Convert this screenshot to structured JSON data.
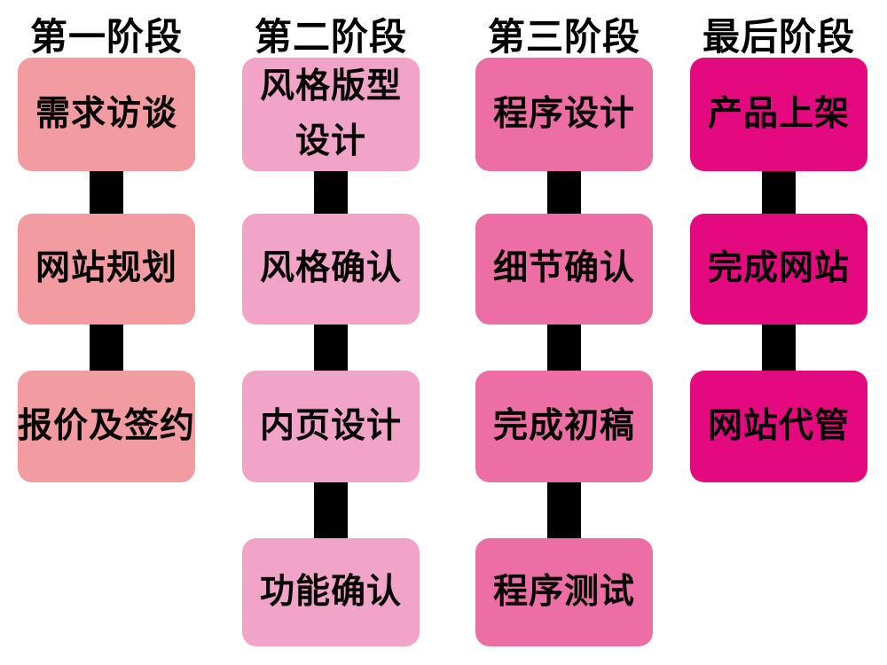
{
  "connector_color": "#000000",
  "columns": [
    {
      "title": "第一阶段",
      "color": "#F29CA1",
      "boxes": [
        {
          "label": "需求访谈"
        },
        {
          "label": "网站规划"
        },
        {
          "label": "报价及签约"
        }
      ]
    },
    {
      "title": "第二阶段",
      "color": "#F2A3C8",
      "boxes": [
        {
          "label": "风格版型\n设计"
        },
        {
          "label": "风格确认"
        },
        {
          "label": "内页设计"
        },
        {
          "label": "功能确认"
        }
      ]
    },
    {
      "title": "第三阶段",
      "color": "#ED6EA4",
      "boxes": [
        {
          "label": "程序设计"
        },
        {
          "label": "细节确认"
        },
        {
          "label": "完成初稿"
        },
        {
          "label": "程序测试"
        }
      ]
    },
    {
      "title": "最后阶段",
      "color": "#E50980",
      "boxes": [
        {
          "label": "产品上架"
        },
        {
          "label": "完成网站"
        },
        {
          "label": "网站代管"
        }
      ]
    }
  ]
}
